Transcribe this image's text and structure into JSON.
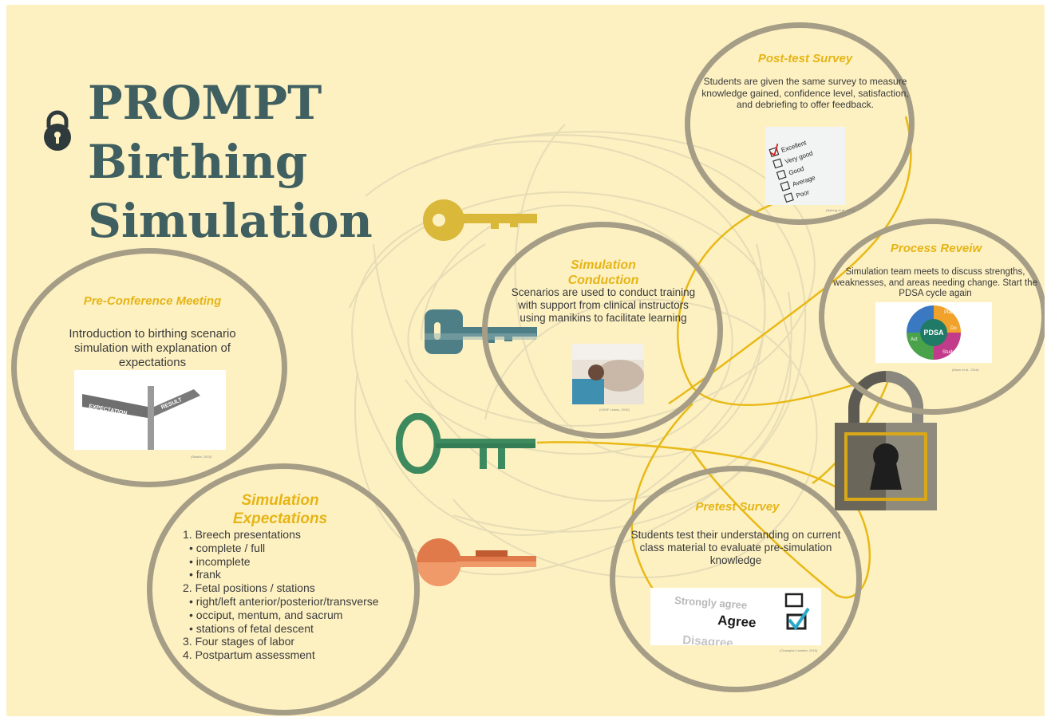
{
  "title": {
    "line1": "PROMPT",
    "line2": "Birthing",
    "line3": "Simulation"
  },
  "pre_conference": {
    "title": "Pre-Conference Meeting",
    "text": "Introduction to birthing scenario simulation with explanation of expectations",
    "sign_left": "EXPECTATION",
    "sign_right": "RESULT",
    "credit": "(Stastia, 2015)"
  },
  "simulation_expectations": {
    "title": "Simulation Expectations",
    "items": [
      "1. Breech presentations",
      "• complete / full",
      "• incomplete",
      "• frank",
      "2. Fetal positions / stations",
      "• right/left anterior/posterior/transverse",
      "• occiput, mentum, and sacrum",
      "• stations of fetal descent",
      "3. Four stages of labor",
      "4. Postpartum assessment"
    ]
  },
  "simulation_conduction": {
    "title": "Simulation Conduction",
    "text": "Scenarios are used to conduct training with support from clinical instructors using manikins to facilitate learning",
    "credit": "(OHSF Limelo, 2015)"
  },
  "post_test_survey": {
    "title": "Post-test Survey",
    "text": "Students are given the same survey to measure knowledge gained, confidence level, satisfaction, and debriefing to offer feedback.",
    "options": [
      "Excellent",
      "Very good",
      "Good",
      "Average",
      "Poor"
    ],
    "credit": "(Nyberg et al., 2015)"
  },
  "process_review": {
    "title": "Process Reveiw",
    "text": "Simulation team meets to discuss strengths, weaknesses, and areas needing change. Start the PDSA cycle again",
    "center": "PDSA",
    "segments": [
      "Plan",
      "Do",
      "Study",
      "Act"
    ],
    "credit": "(Moen et al., 2016)"
  },
  "pretest_survey": {
    "title": "Pretest Survey",
    "text": "Students test their understanding on current class material to evaluate pre-simulation knowledge",
    "options": [
      "Strongly agree",
      "Agree",
      "Disagree"
    ],
    "credit": "(Champion Lowther, 2015)"
  },
  "colors": {
    "background": "#fdf1c2",
    "title_text": "#3f5f60",
    "accent_yellow": "#e6b415",
    "circle_border": "#a59d86",
    "key_yellow": "#d9b83a",
    "key_teal": "#4f7f86",
    "key_green": "#3d8a5e",
    "key_orange": "#e07a4a"
  }
}
